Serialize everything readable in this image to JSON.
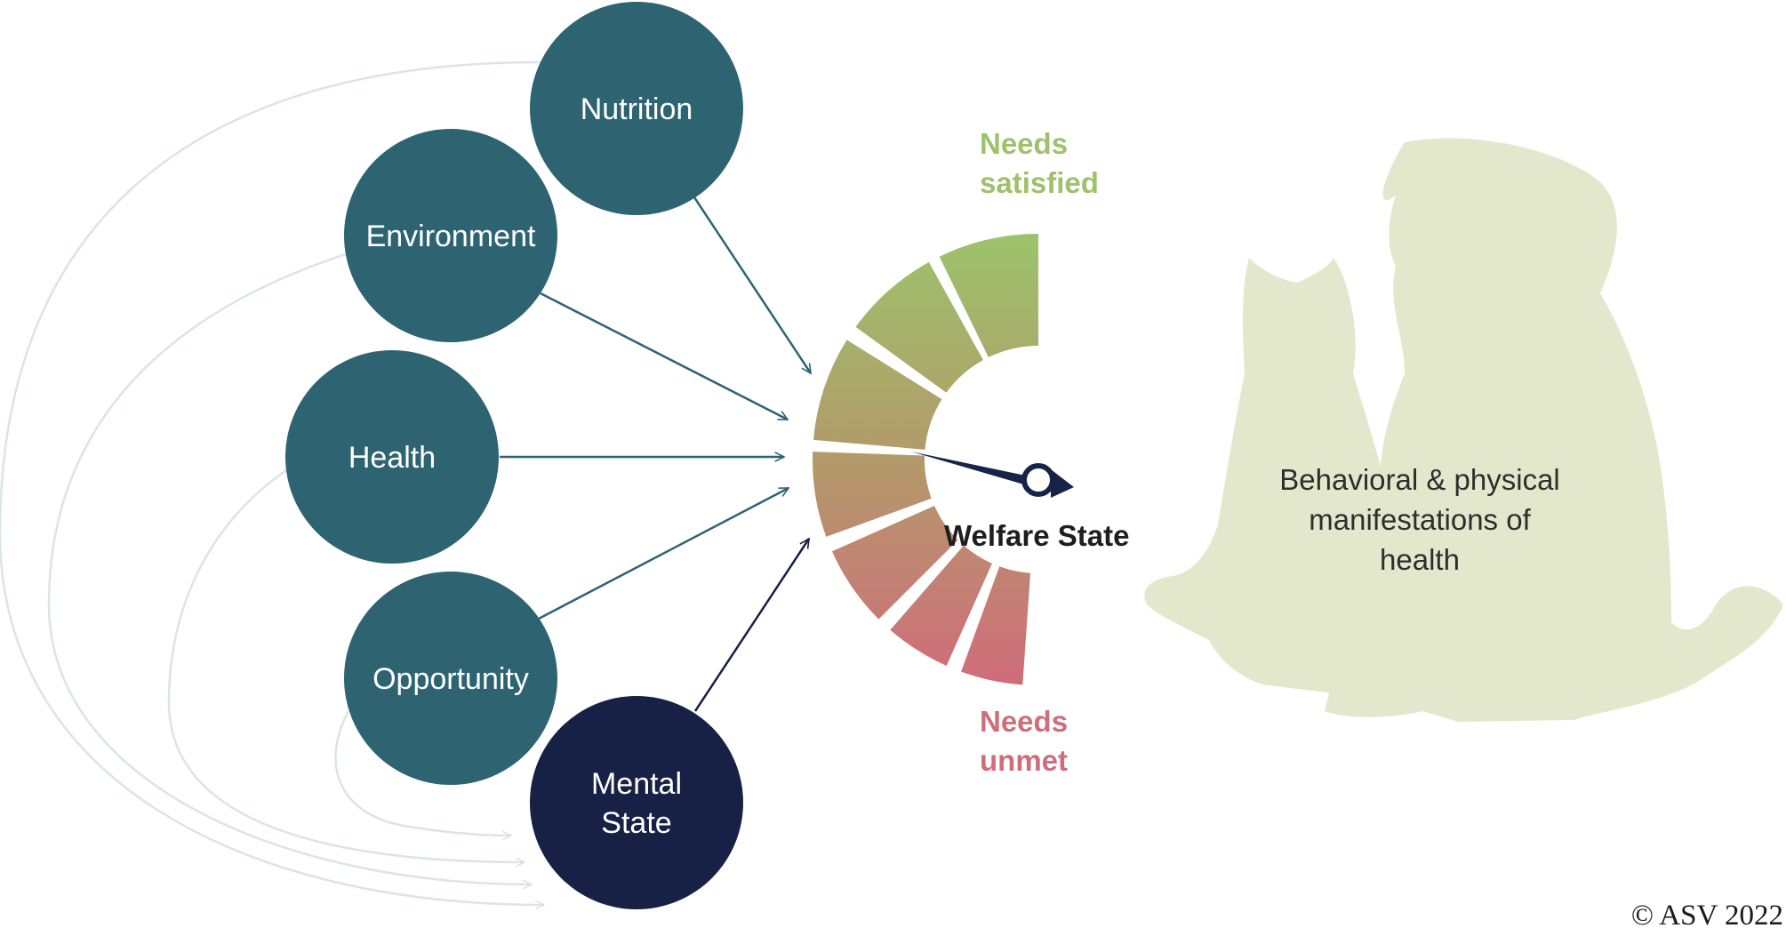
{
  "factors": {
    "nutrition": "Nutrition",
    "environment": "Environment",
    "health": "Health",
    "opportunity": "Opportunity",
    "mental_state_line1": "Mental",
    "mental_state_line2": "State"
  },
  "gauge": {
    "top_line1": "Needs",
    "top_line2": "satisfied",
    "bottom_line1": "Needs",
    "bottom_line2": "unmet",
    "title": "Welfare State",
    "top_color": "#9dc26b",
    "bottom_color": "#cf6e7a",
    "needle_color": "#172347"
  },
  "silhouette": {
    "line1": "Behavioral & physical",
    "line2": "manifestations of",
    "line3": "health",
    "fill": "#e3e8cc"
  },
  "colors": {
    "factor_node": "#2e6472",
    "mental_node": "#172145",
    "feedback_arc": "#dbe4e6"
  },
  "copyright": "© ASV 2022"
}
